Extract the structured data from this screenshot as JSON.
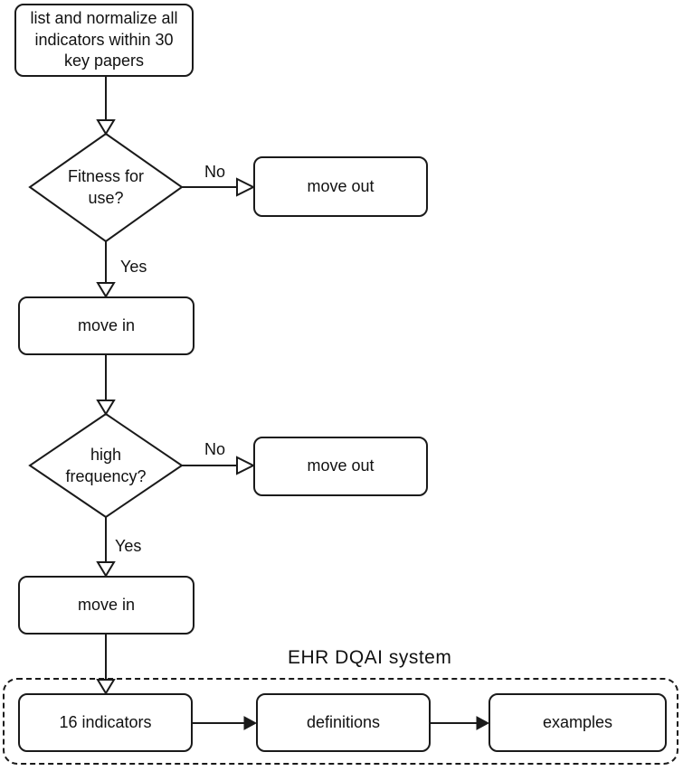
{
  "diagram": {
    "system_title": "EHR DQAI system",
    "nodes": {
      "start": "list and normalize all indicators within 30 key papers",
      "decision_fitness": "Fitness for use?",
      "move_out_1": "move out",
      "move_in_1": "move in",
      "decision_frequency": "high frequency?",
      "move_out_2": "move out",
      "move_in_2": "move in",
      "indicators": "16 indicators",
      "definitions": "definitions",
      "examples": "examples"
    },
    "edge_labels": {
      "fitness_no": "No",
      "fitness_yes": "Yes",
      "frequency_no": "No",
      "frequency_yes": "Yes"
    },
    "colors": {
      "stroke": "#1a1a1a",
      "node_fill": "#ffffff",
      "background": "#ffffff"
    }
  }
}
